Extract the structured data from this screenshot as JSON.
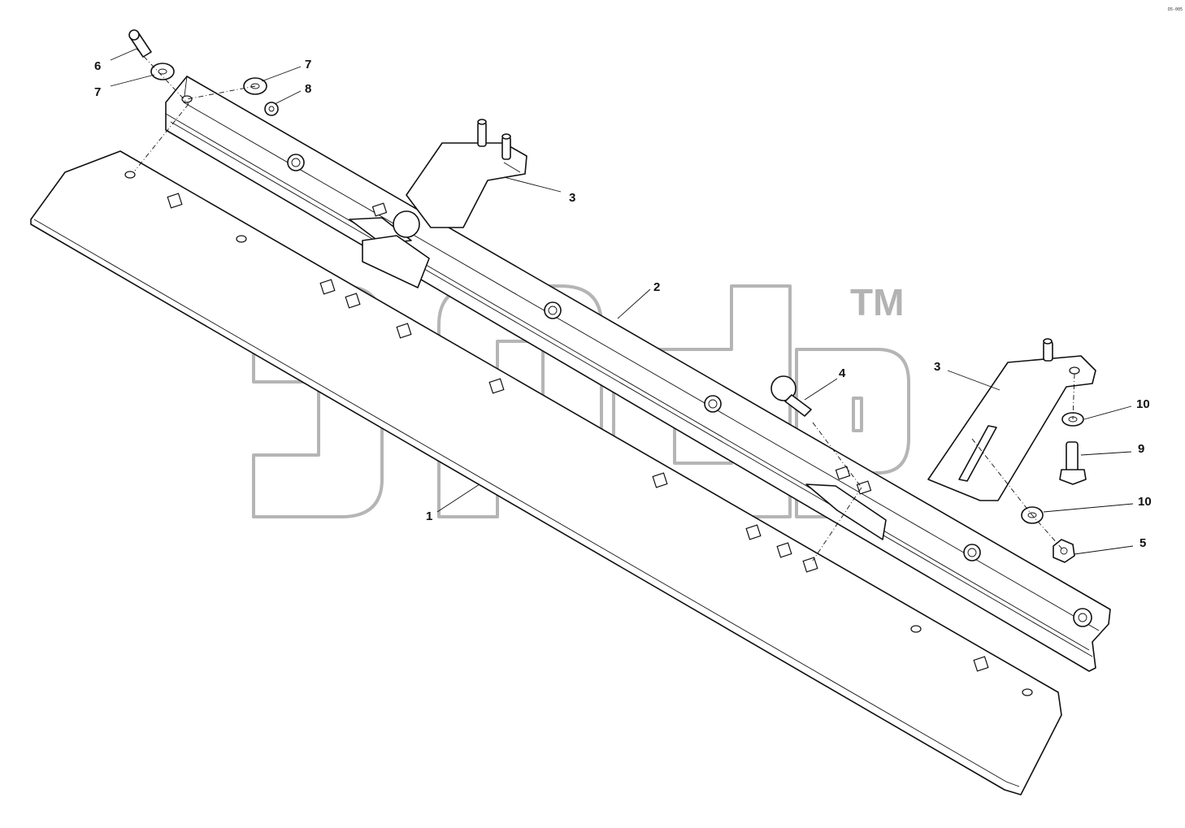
{
  "diagram": {
    "corner_code": "D5-005",
    "watermark_tm": "TM",
    "callouts": [
      {
        "id": "c6",
        "label": "6"
      },
      {
        "id": "c7a",
        "label": "7"
      },
      {
        "id": "c7b",
        "label": "7"
      },
      {
        "id": "c8",
        "label": "8"
      },
      {
        "id": "c3a",
        "label": "3"
      },
      {
        "id": "c2",
        "label": "2"
      },
      {
        "id": "c4",
        "label": "4"
      },
      {
        "id": "c3b",
        "label": "3"
      },
      {
        "id": "c10a",
        "label": "10"
      },
      {
        "id": "c9",
        "label": "9"
      },
      {
        "id": "c10b",
        "label": "10"
      },
      {
        "id": "c5",
        "label": "5"
      },
      {
        "id": "c1",
        "label": "1"
      }
    ]
  }
}
